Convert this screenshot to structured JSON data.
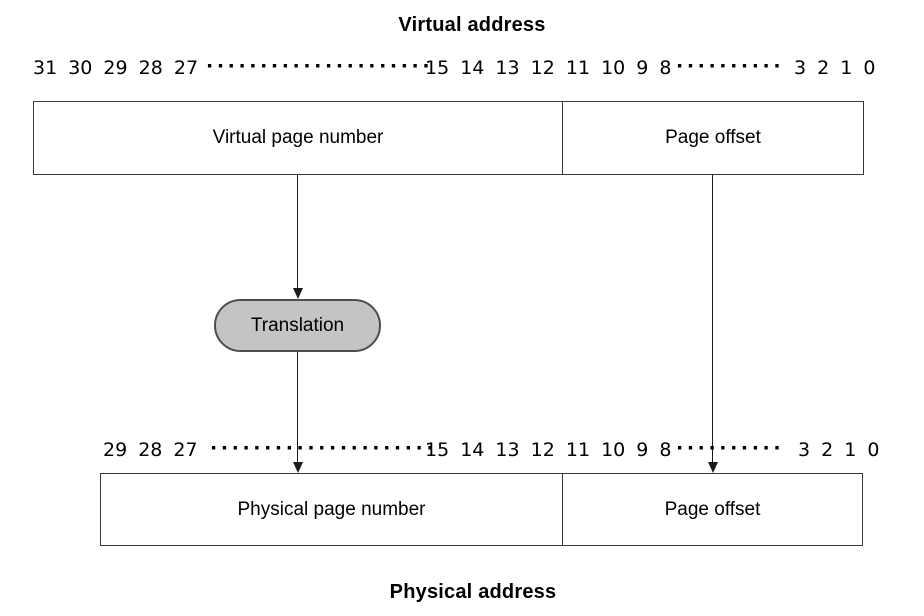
{
  "colors": {
    "background": "#ffffff",
    "line": "#1a1a1a",
    "box_border": "#3a3a3a",
    "oval_fill": "#c4c4c4",
    "oval_border": "#4d4d4d",
    "text": "#000000"
  },
  "virtual_address": {
    "title": "Virtual address",
    "bit_labels": {
      "high": "31 30 29 28 27",
      "mid": "15 14 13 12 11 10 9 8",
      "low": "3 2 1 0",
      "ellipsis_long": "·····················",
      "ellipsis_short": "··········"
    },
    "fields": {
      "page_number": "Virtual page number",
      "page_offset": "Page offset"
    }
  },
  "translation_box": {
    "label": "Translation"
  },
  "physical_address": {
    "title": "Physical address",
    "bit_labels": {
      "high": "29 28 27",
      "mid": "15 14 13 12 11 10 9 8",
      "low": "3 2 1 0",
      "ellipsis_long": "·····················",
      "ellipsis_short": "··········"
    },
    "fields": {
      "page_number": "Physical page number",
      "page_offset": "Page offset"
    }
  }
}
